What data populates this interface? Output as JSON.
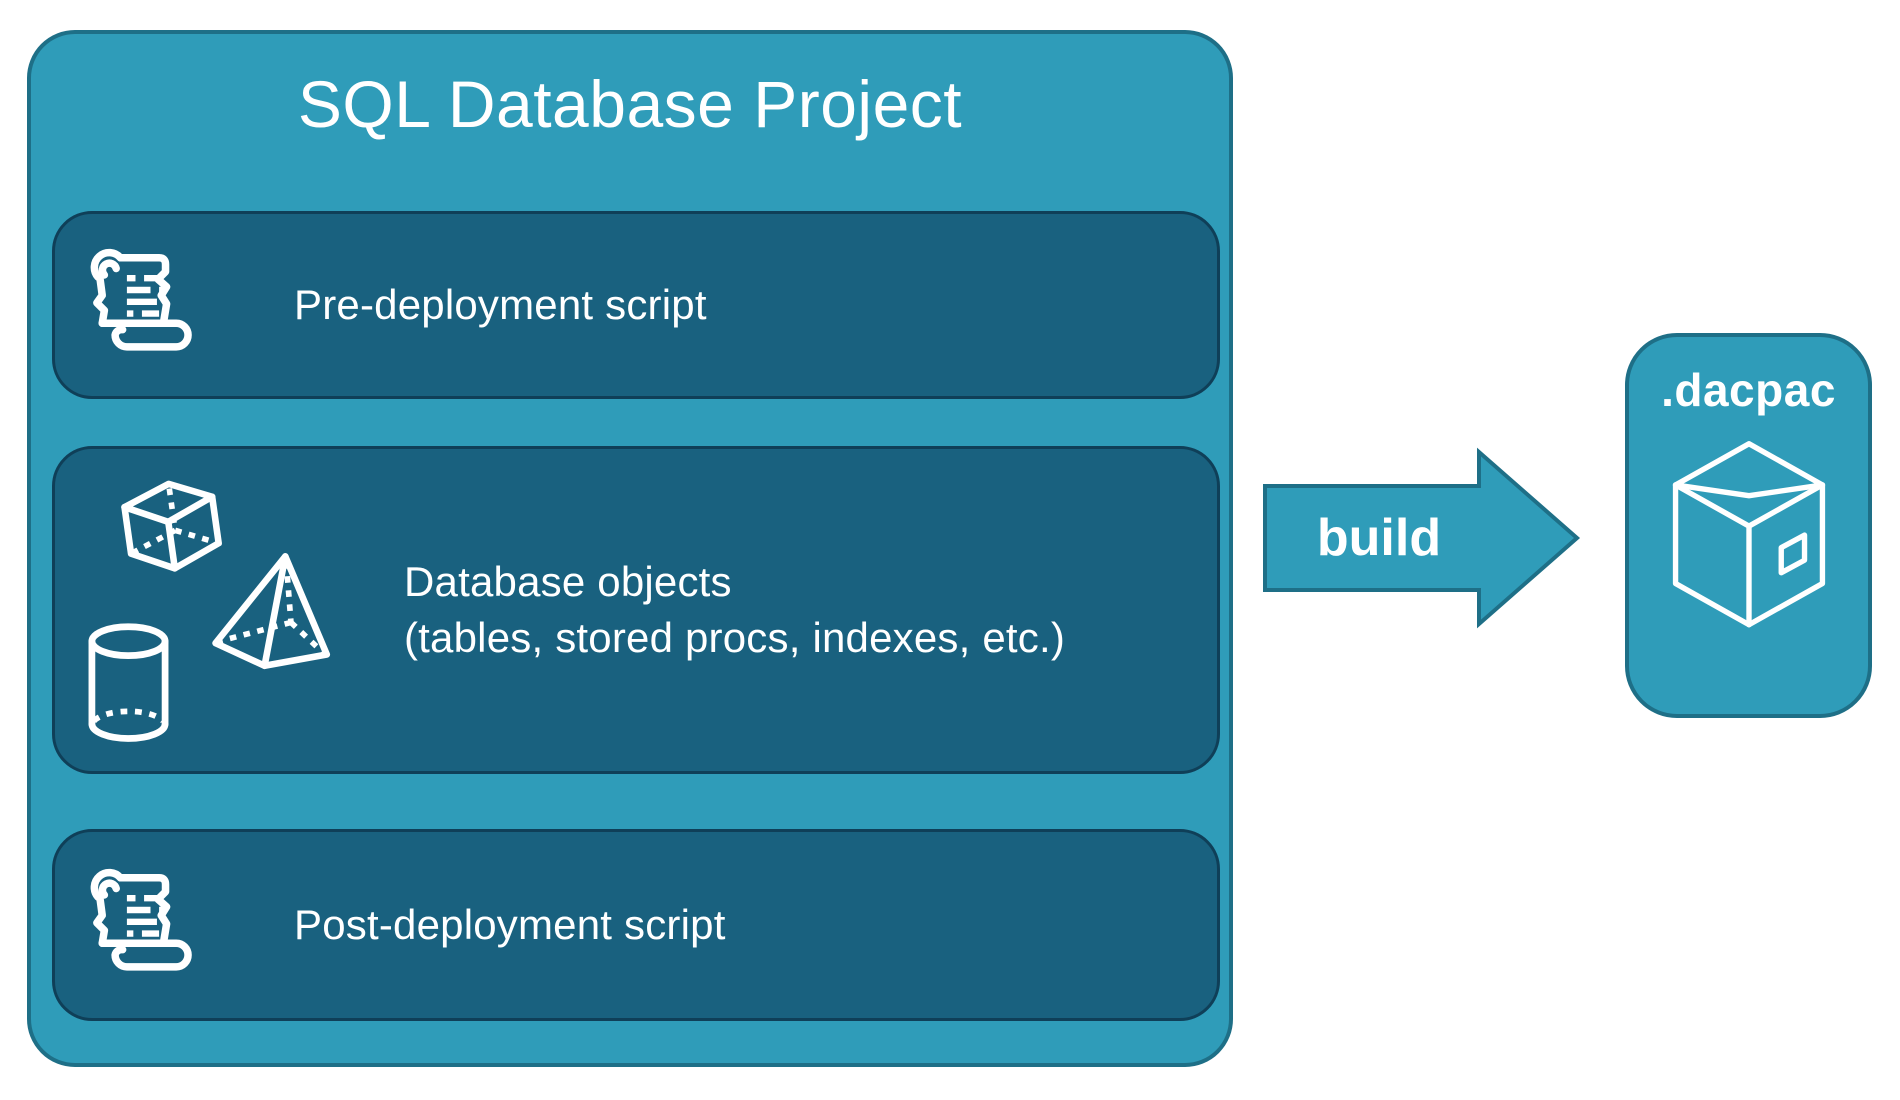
{
  "colors": {
    "panel_fill": "#2F9CB9",
    "panel_border": "#1E6F87",
    "item_fill": "#19617F",
    "item_border": "#0F3F58",
    "text": "#FFFFFF",
    "background": "#FFFFFF"
  },
  "project": {
    "title": "SQL Database Project",
    "items": [
      {
        "id": "pre-deployment",
        "label": "Pre-deployment script",
        "icon": "scroll-icon"
      },
      {
        "id": "database-objects",
        "label_line1": "Database objects",
        "label_line2": "(tables, stored procs, indexes, etc.)",
        "icon": "geometric-shapes-icons"
      },
      {
        "id": "post-deployment",
        "label": "Post-deployment script",
        "icon": "scroll-icon"
      }
    ]
  },
  "arrow": {
    "label": "build"
  },
  "output": {
    "title": ".dacpac",
    "icon": "package-icon"
  }
}
